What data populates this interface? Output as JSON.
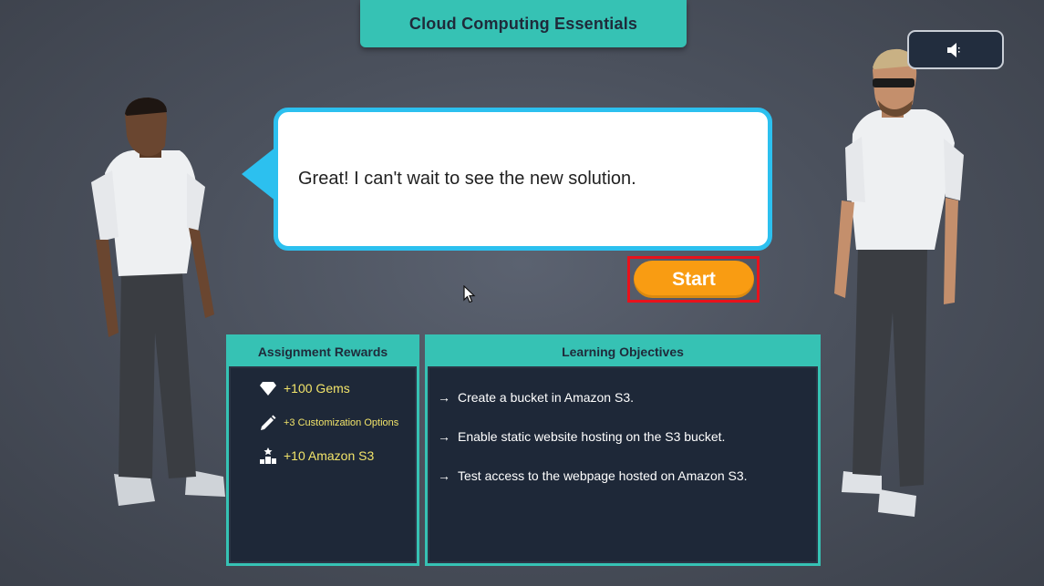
{
  "header": {
    "title": "Cloud Computing Essentials"
  },
  "sound": {
    "icon": "speaker-icon"
  },
  "dialog": {
    "text": "Great! I can't wait to see the new solution."
  },
  "start": {
    "label": "Start"
  },
  "rewards": {
    "title": "Assignment Rewards",
    "items": [
      {
        "icon": "gem-icon",
        "label": "+100 Gems"
      },
      {
        "icon": "pencil-icon",
        "label": "+3 Customization Options"
      },
      {
        "icon": "podium-icon",
        "label": "+10 Amazon S3"
      }
    ]
  },
  "objectives": {
    "title": "Learning Objectives",
    "items": [
      {
        "arrow": "→",
        "text": "Create a bucket in Amazon S3."
      },
      {
        "arrow": "→",
        "text": "Enable static website hosting on the S3 bucket."
      },
      {
        "arrow": "→",
        "text": "Test access to the webpage hosted on Amazon S3."
      }
    ]
  },
  "colors": {
    "teal": "#36c2b4",
    "bubble_border": "#2cc0ef",
    "start": "#f99c12",
    "highlight": "#e8121c",
    "panel_bg": "#1e2838",
    "reward_text": "#f2e46a"
  }
}
